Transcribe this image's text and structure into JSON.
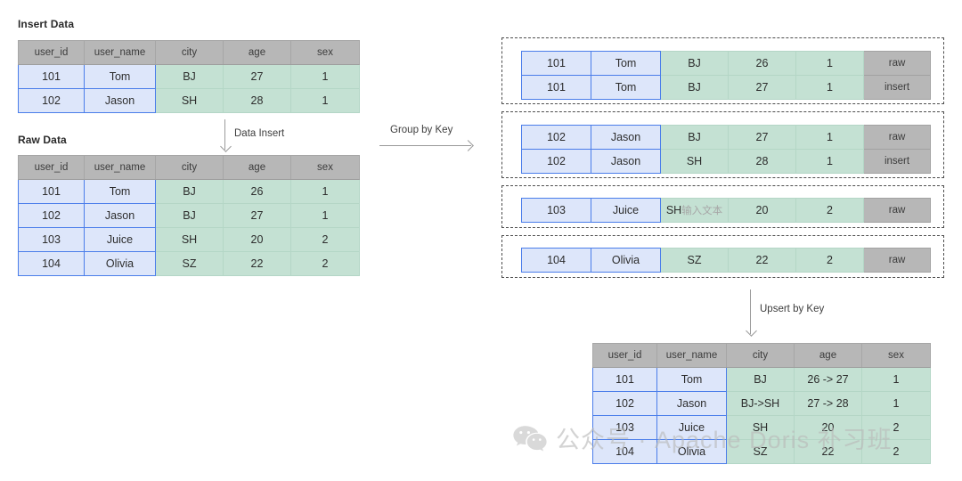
{
  "diagram": {
    "columns": [
      "user_id",
      "user_name",
      "city",
      "age",
      "sex"
    ],
    "insert_table": {
      "caption": "Insert Data",
      "headers": [
        "user_id",
        "user_name",
        "city",
        "age",
        "sex"
      ],
      "rows": [
        [
          "101",
          "Tom",
          "BJ",
          "27",
          "1"
        ],
        [
          "102",
          "Jason",
          "SH",
          "28",
          "1"
        ]
      ]
    },
    "raw_table": {
      "caption": "Raw Data",
      "headers": [
        "user_id",
        "user_name",
        "city",
        "age",
        "sex"
      ],
      "rows": [
        [
          "101",
          "Tom",
          "BJ",
          "26",
          "1"
        ],
        [
          "102",
          "Jason",
          "BJ",
          "27",
          "1"
        ],
        [
          "103",
          "Juice",
          "SH",
          "20",
          "2"
        ],
        [
          "104",
          "Olivia",
          "SZ",
          "22",
          "2"
        ]
      ]
    },
    "arrows": {
      "data_insert": "Data Insert",
      "group_by_key": "Group by Key",
      "upsert_by_key": "Upsert by Key"
    },
    "groups": [
      {
        "rows": [
          [
            "101",
            "Tom",
            "BJ",
            "26",
            "1",
            "raw"
          ],
          [
            "101",
            "Tom",
            "BJ",
            "27",
            "1",
            "insert"
          ]
        ]
      },
      {
        "rows": [
          [
            "102",
            "Jason",
            "BJ",
            "27",
            "1",
            "raw"
          ],
          [
            "102",
            "Jason",
            "SH",
            "28",
            "1",
            "insert"
          ]
        ]
      },
      {
        "rows": [
          [
            "103",
            "Juice",
            "SH",
            "20",
            "2",
            "raw"
          ]
        ],
        "ime_placeholder": "输入文本"
      },
      {
        "rows": [
          [
            "104",
            "Olivia",
            "SZ",
            "22",
            "2",
            "raw"
          ]
        ]
      }
    ],
    "result_table": {
      "headers": [
        "user_id",
        "user_name",
        "city",
        "age",
        "sex"
      ],
      "rows": [
        [
          "101",
          "Tom",
          "BJ",
          "26 -> 27",
          "1"
        ],
        [
          "102",
          "Jason",
          "BJ->SH",
          "27 -> 28",
          "1"
        ],
        [
          "103",
          "Juice",
          "SH",
          "20",
          "2"
        ],
        [
          "104",
          "Olivia",
          "SZ",
          "22",
          "2"
        ]
      ]
    },
    "watermark": {
      "text": "公众号 · Apache Doris 补习班",
      "icon": "wechat-icon"
    },
    "colors": {
      "key_fill": "#dde6fa",
      "key_border": "#4a7dea",
      "value_fill": "#c4e1d3",
      "header_fill": "#b7b7b7",
      "flag_fill": "#b7b7b7",
      "dashed_border": "#4d4d4d",
      "arrow": "#9a9a9a"
    }
  }
}
